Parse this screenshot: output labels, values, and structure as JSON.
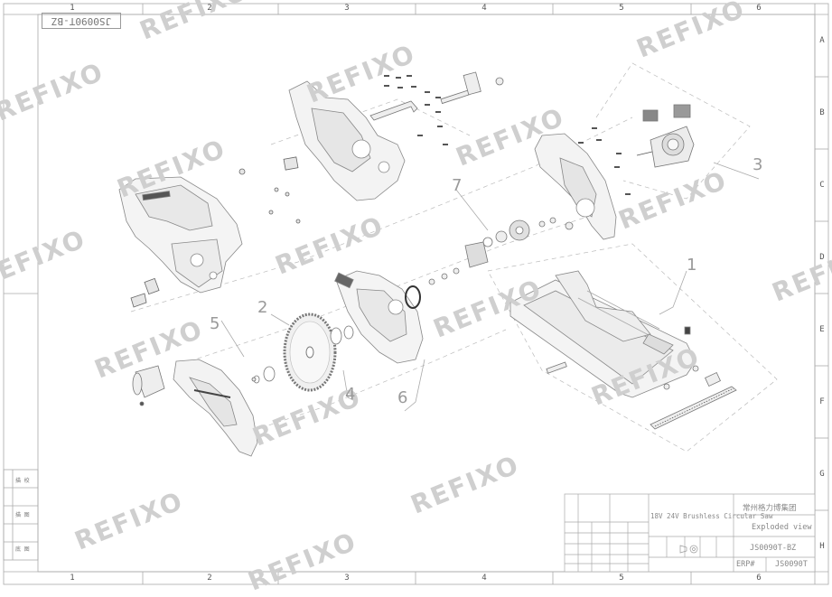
{
  "drawing_number_rotated": "JS0090T-BZ",
  "watermark": "REFIXO",
  "column_numbers": [
    "1",
    "2",
    "3",
    "4",
    "5",
    "6"
  ],
  "row_letters": [
    "A",
    "B",
    "C",
    "D",
    "E",
    "F",
    "G",
    "H"
  ],
  "callouts": [
    "1",
    "2",
    "3",
    "4",
    "5",
    "6",
    "7"
  ],
  "title_block": {
    "product_title": "18V 24V Brushless Circular Saw",
    "company": "常州格力博集团",
    "sheet_title": "Exploded view",
    "drawing_number": "JS0090T-BZ",
    "erp_label": "ERP#",
    "erp_number": "JS0090T"
  },
  "left_block_labels": [
    "描 校",
    "描 图",
    "底 图"
  ]
}
